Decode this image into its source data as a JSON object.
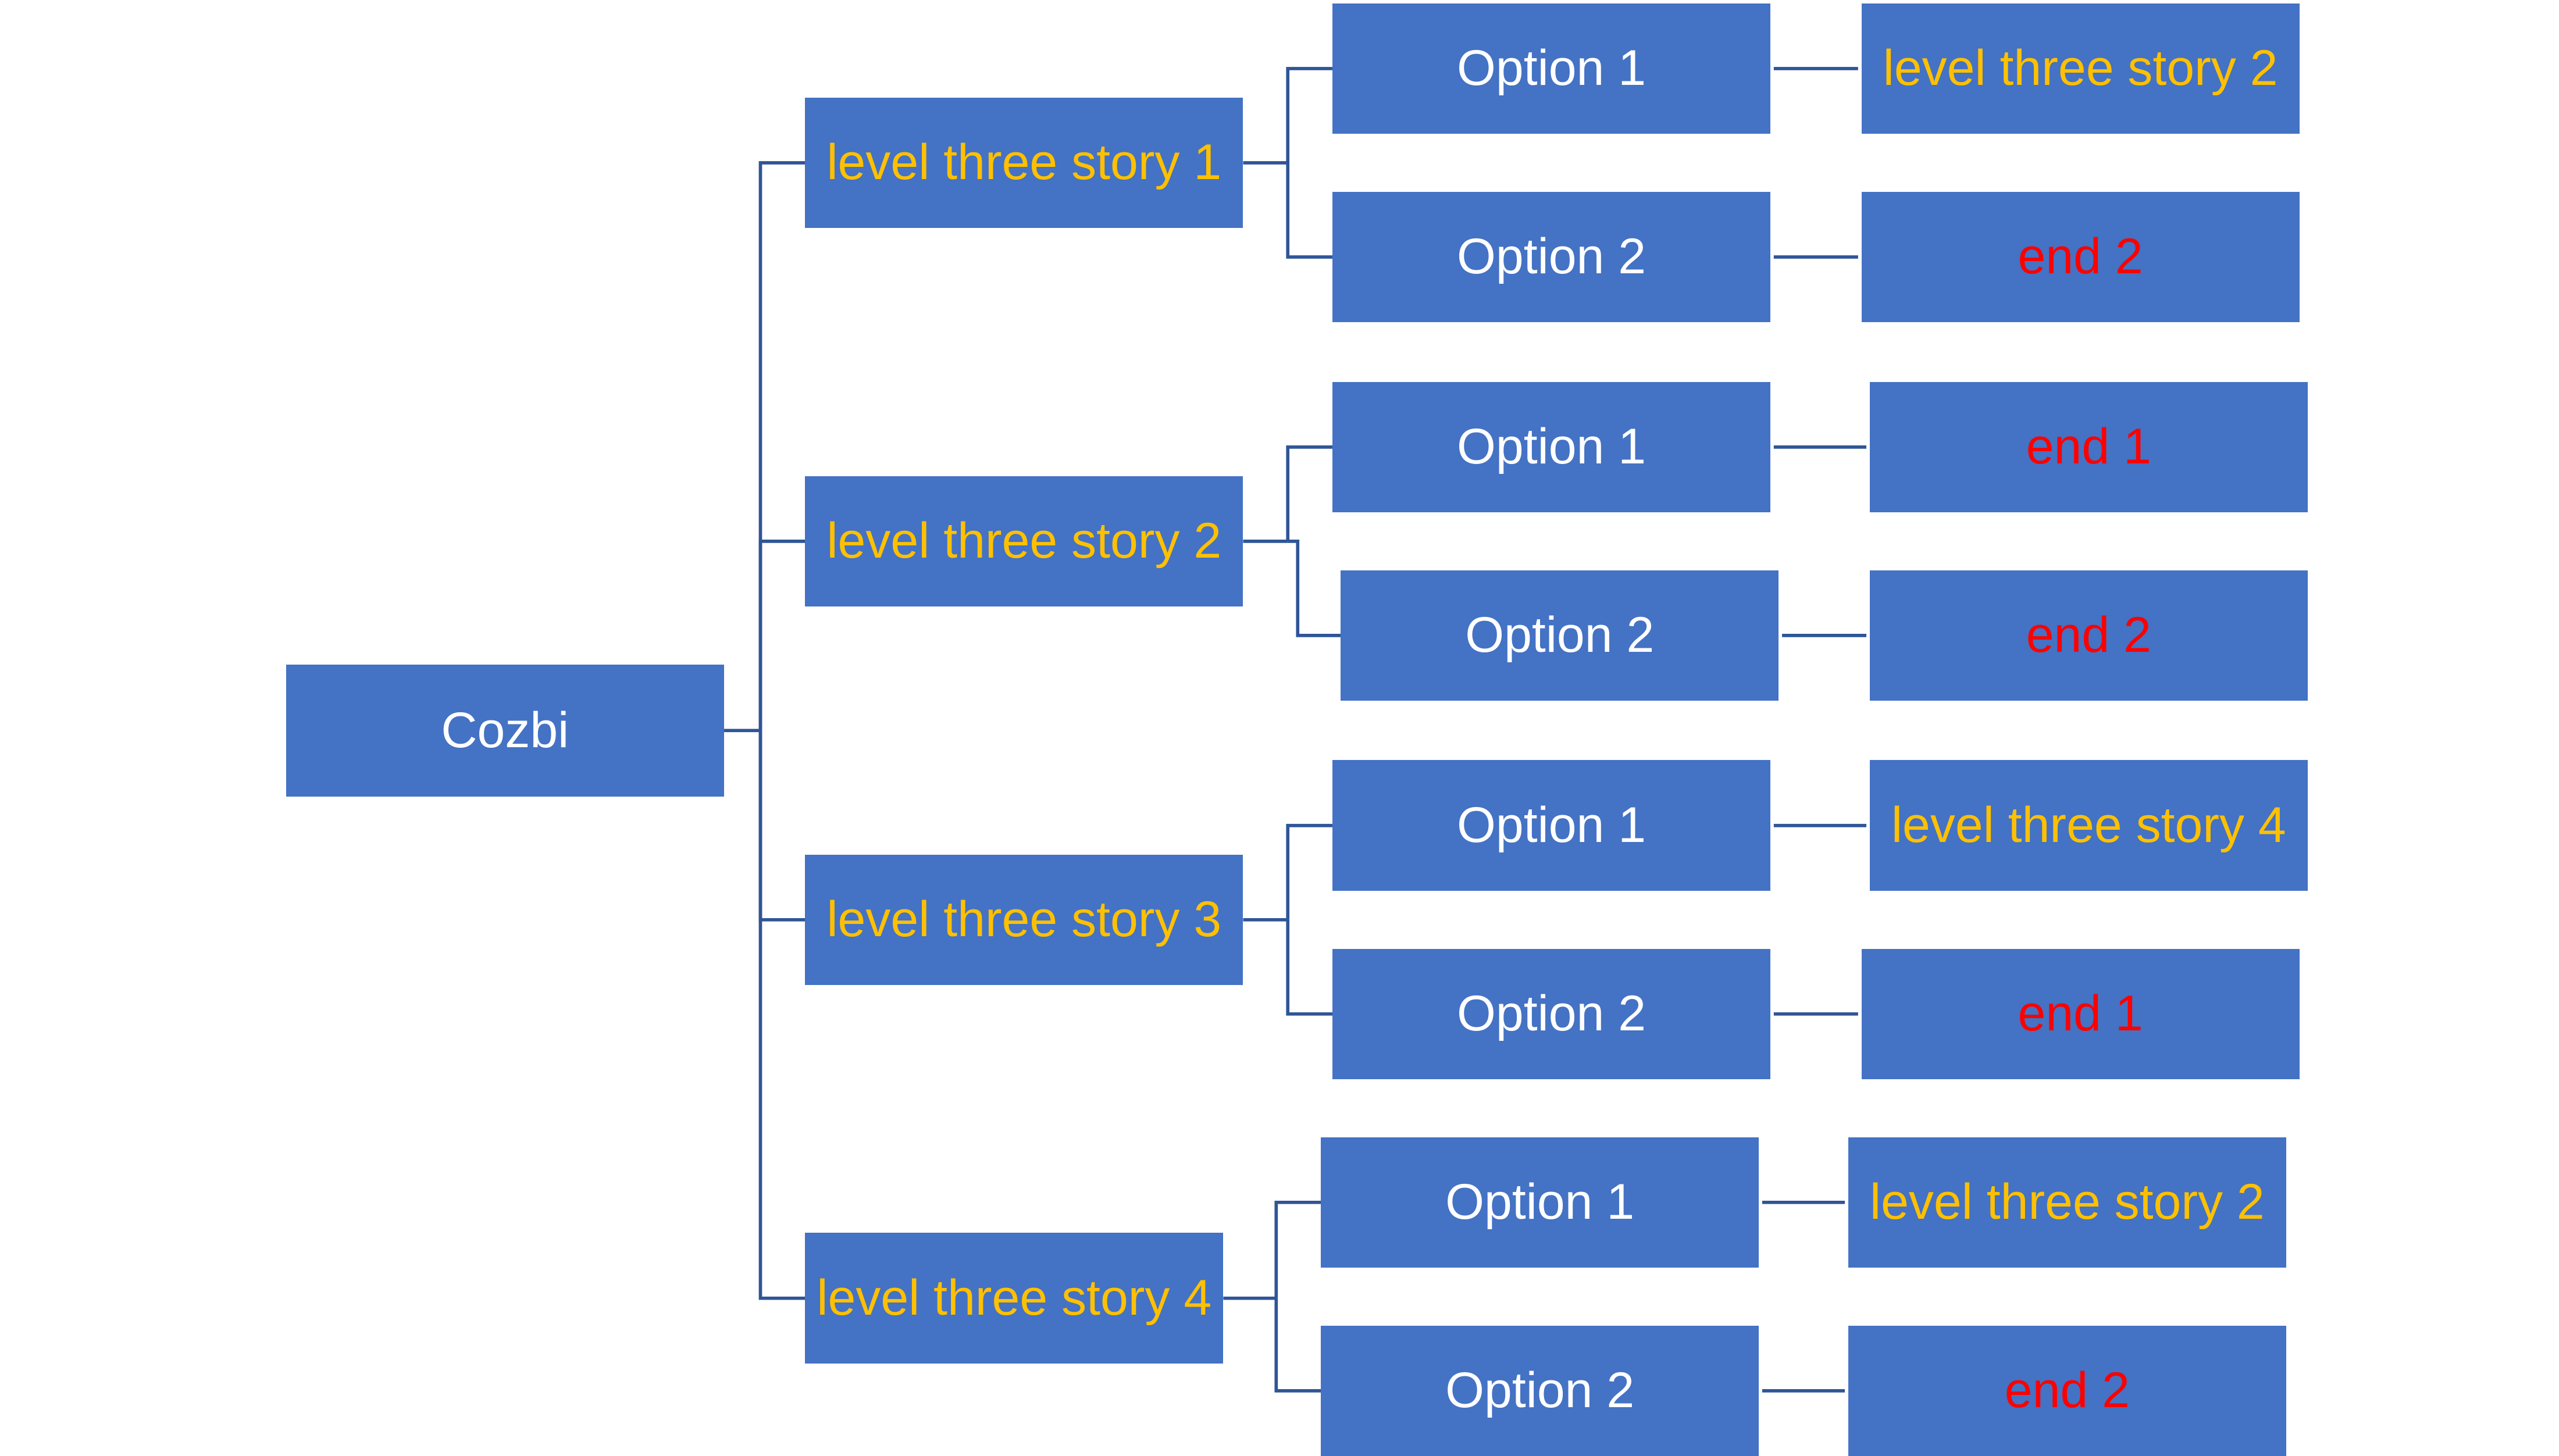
{
  "colors": {
    "box_fill": "#4472C4",
    "text_default": "#FFFFFF",
    "text_story": "#FFC000",
    "text_end": "#FF0000",
    "connector": "#2F5597",
    "background": "#FFFFFF"
  },
  "root": {
    "label": "Cozbi",
    "kind": "default"
  },
  "branches": [
    {
      "label": "level three story 1",
      "kind": "story",
      "options": [
        {
          "label": "Option 1",
          "kind": "default",
          "outcome": {
            "label": "level three story 2",
            "kind": "story"
          }
        },
        {
          "label": "Option 2",
          "kind": "default",
          "outcome": {
            "label": "end 2",
            "kind": "end"
          }
        }
      ]
    },
    {
      "label": "level three story 2",
      "kind": "story",
      "options": [
        {
          "label": "Option 1",
          "kind": "default",
          "outcome": {
            "label": "end 1",
            "kind": "end"
          }
        },
        {
          "label": "Option 2",
          "kind": "default",
          "outcome": {
            "label": "end 2",
            "kind": "end"
          }
        }
      ]
    },
    {
      "label": "level three story 3",
      "kind": "story",
      "options": [
        {
          "label": "Option 1",
          "kind": "default",
          "outcome": {
            "label": "level three story 4",
            "kind": "story"
          }
        },
        {
          "label": "Option 2",
          "kind": "default",
          "outcome": {
            "label": "end 1",
            "kind": "end"
          }
        }
      ]
    },
    {
      "label": "level three story 4",
      "kind": "story",
      "options": [
        {
          "label": "Option 1",
          "kind": "default",
          "outcome": {
            "label": "level three story 2",
            "kind": "story"
          }
        },
        {
          "label": "Option 2",
          "kind": "default",
          "outcome": {
            "label": "end 2",
            "kind": "end"
          }
        }
      ]
    }
  ]
}
